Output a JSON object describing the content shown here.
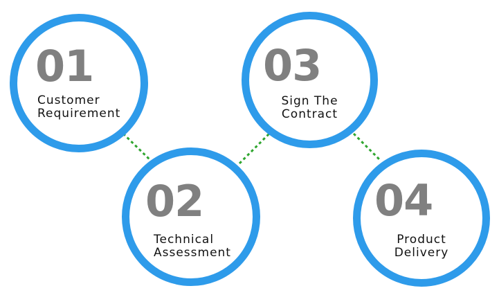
{
  "colors": {
    "ring": "#2e9bea",
    "number": "#808080",
    "text": "#111111",
    "connector": "#2ea52e"
  },
  "steps": [
    {
      "number": "01",
      "line1": "Customer",
      "line2": "Requirement"
    },
    {
      "number": "02",
      "line1": "Technical",
      "line2": "Assessment"
    },
    {
      "number": "03",
      "line1": "Sign The",
      "line2": "Contract"
    },
    {
      "number": "04",
      "line1": "Product",
      "line2": "Delivery"
    }
  ]
}
